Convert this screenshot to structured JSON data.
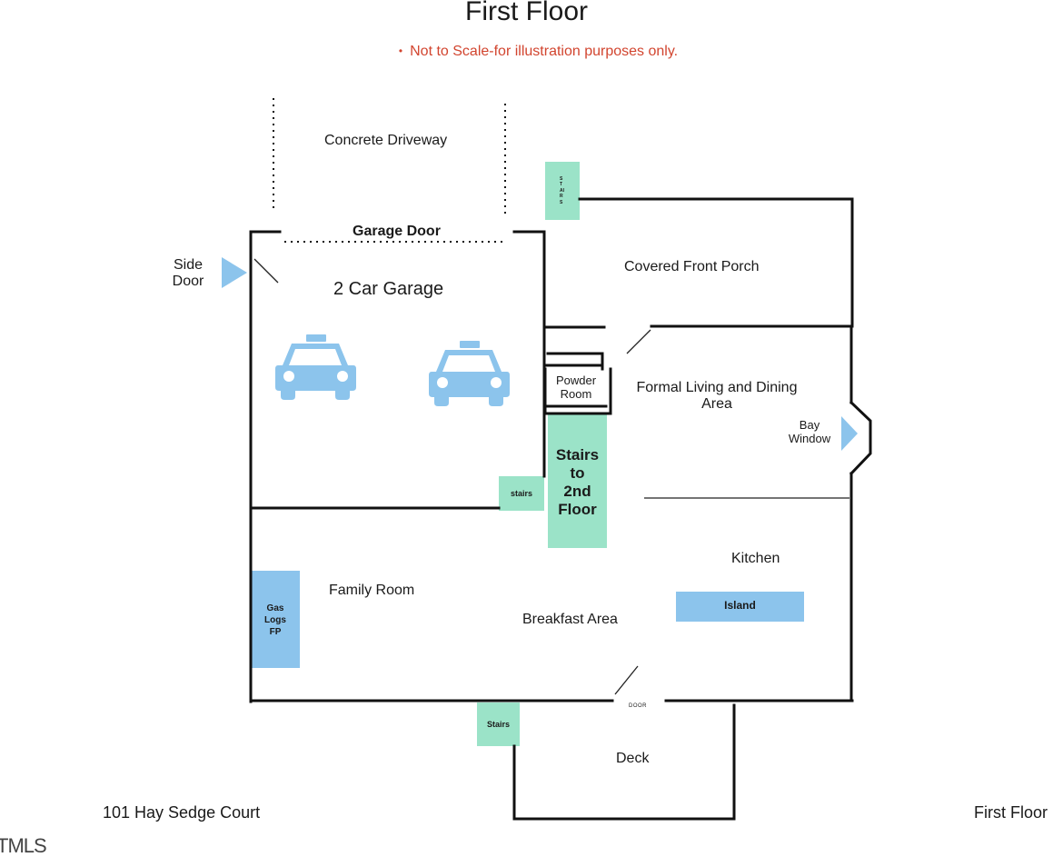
{
  "title": "First Floor",
  "note": "Not to Scale-for illustration purposes only.",
  "colors": {
    "walls": "#111111",
    "stairs": "#9be3c8",
    "blue": "#8cc4ec",
    "note_red": "#d2452f"
  },
  "labels": {
    "driveway": "Concrete Driveway",
    "garage_door": "Garage Door",
    "side_door": "Side\nDoor",
    "garage": "2 Car Garage",
    "porch": "Covered Front Porch",
    "porch_stairs": "STAIRS",
    "powder_room": "Powder\nRoom",
    "living_dining": "Formal Living and Dining\nArea",
    "bay_window": "Bay\nWindow",
    "stairs_2nd": "Stairs\nto\n2nd\nFloor",
    "garage_stairs": "stairs",
    "family_room": "Family Room",
    "fireplace": "Gas\nLogs\nFP",
    "breakfast": "Breakfast Area",
    "kitchen": "Kitchen",
    "island": "Island",
    "door": "DOOR",
    "deck_stairs": "Stairs",
    "deck": "Deck"
  },
  "icons": {
    "car": "car-icon",
    "arrow": "triangle-right-icon"
  },
  "footer": {
    "address": "101 Hay Sedge Court",
    "floor": "First Floor",
    "watermark": "TMLS"
  }
}
